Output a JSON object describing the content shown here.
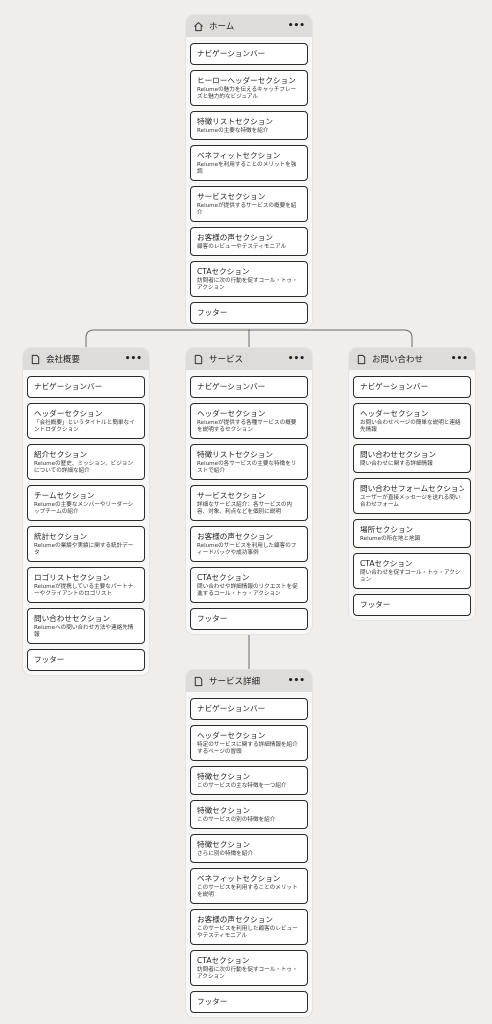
{
  "nodes": {
    "home": {
      "title": "ホーム",
      "icon": "home-icon",
      "sections": [
        {
          "title": "ナビゲーションバー",
          "desc": ""
        },
        {
          "title": "ヒーローヘッダーセクション",
          "desc": "Relumeの魅力を伝えるキャッチフレーズと魅力的なビジュアル"
        },
        {
          "title": "特徴リストセクション",
          "desc": "Relumeの主要な特徴を紹介"
        },
        {
          "title": "ベネフィットセクション",
          "desc": "Relumeを利用することのメリットを強調"
        },
        {
          "title": "サービスセクション",
          "desc": "Relumeが提供するサービスの概要を紹介"
        },
        {
          "title": "お客様の声セクション",
          "desc": "顧客のレビューやテスティモニアル"
        },
        {
          "title": "CTAセクション",
          "desc": "訪問者に次の行動を促すコール・トゥ・アクション"
        },
        {
          "title": "フッター",
          "desc": ""
        }
      ]
    },
    "about": {
      "title": "会社概要",
      "icon": "page-icon",
      "sections": [
        {
          "title": "ナビゲーションバー",
          "desc": ""
        },
        {
          "title": "ヘッダーセクション",
          "desc": "「会社概要」というタイトルと簡単なイントロダクション"
        },
        {
          "title": "紹介セクション",
          "desc": "Relumeの歴史、ミッション、ビジョンについての詳細な紹介"
        },
        {
          "title": "チームセクション",
          "desc": "Relumeの主要なメンバーやリーダーシップチームの紹介"
        },
        {
          "title": "統計セクション",
          "desc": "Relumeの業績や実績に関する統計データ"
        },
        {
          "title": "ロゴリストセクション",
          "desc": "Relumeが提携している主要なパートナーやクライアントのロゴリスト"
        },
        {
          "title": "問い合わせセクション",
          "desc": "Relumeへの問い合わせ方法や連絡先情報"
        },
        {
          "title": "フッター",
          "desc": ""
        }
      ]
    },
    "services": {
      "title": "サービス",
      "icon": "page-icon",
      "sections": [
        {
          "title": "ナビゲーションバー",
          "desc": ""
        },
        {
          "title": "ヘッダーセクション",
          "desc": "Relumeが提供する各種サービスの概要を説明するセクション"
        },
        {
          "title": "特徴リストセクション",
          "desc": "Relumeの各サービスの主要な特徴をリストで紹介"
        },
        {
          "title": "サービスセクション",
          "desc": "詳細なサービス紹介：各サービスの内容、対象、利点などを個別に説明"
        },
        {
          "title": "お客様の声セクション",
          "desc": "Relumeのサービスを利用した顧客のフィードバックや成功事例"
        },
        {
          "title": "CTAセクション",
          "desc": "問い合わせや詳細情報のリクエストを促進するコール・トゥ・アクション"
        },
        {
          "title": "フッター",
          "desc": ""
        }
      ]
    },
    "contact": {
      "title": "お問い合わせ",
      "icon": "page-icon",
      "sections": [
        {
          "title": "ナビゲーションバー",
          "desc": ""
        },
        {
          "title": "ヘッダーセクション",
          "desc": "お問い合わせページの簡単な説明と連絡先情報"
        },
        {
          "title": "問い合わせセクション",
          "desc": "問い合わせに関する詳細情報"
        },
        {
          "title": "問い合わせフォームセクション",
          "desc": "ユーザーが直接メッセージを送れる問い合わせフォーム"
        },
        {
          "title": "場所セクション",
          "desc": "Relumeの所在地と地図"
        },
        {
          "title": "CTAセクション",
          "desc": "問い合わせを促すコール・トゥ・アクション"
        },
        {
          "title": "フッター",
          "desc": ""
        }
      ]
    },
    "service_detail": {
      "title": "サービス詳細",
      "icon": "page-icon",
      "sections": [
        {
          "title": "ナビゲーションバー",
          "desc": ""
        },
        {
          "title": "ヘッダーセクション",
          "desc": "特定のサービスに関する詳細情報を紹介するページの冒頭"
        },
        {
          "title": "特徴セクション",
          "desc": "このサービスの主な特徴を一つ紹介"
        },
        {
          "title": "特徴セクション",
          "desc": "このサービスの別の特徴を紹介"
        },
        {
          "title": "特徴セクション",
          "desc": "さらに別の特徴を紹介"
        },
        {
          "title": "ベネフィットセクション",
          "desc": "このサービスを利用することのメリットを説明"
        },
        {
          "title": "お客様の声セクション",
          "desc": "このサービスを利用した顧客のレビューやテスティモニアル"
        },
        {
          "title": "CTAセクション",
          "desc": "訪問者に次の行動を促すコール・トゥ・アクション"
        },
        {
          "title": "フッター",
          "desc": ""
        }
      ]
    }
  }
}
